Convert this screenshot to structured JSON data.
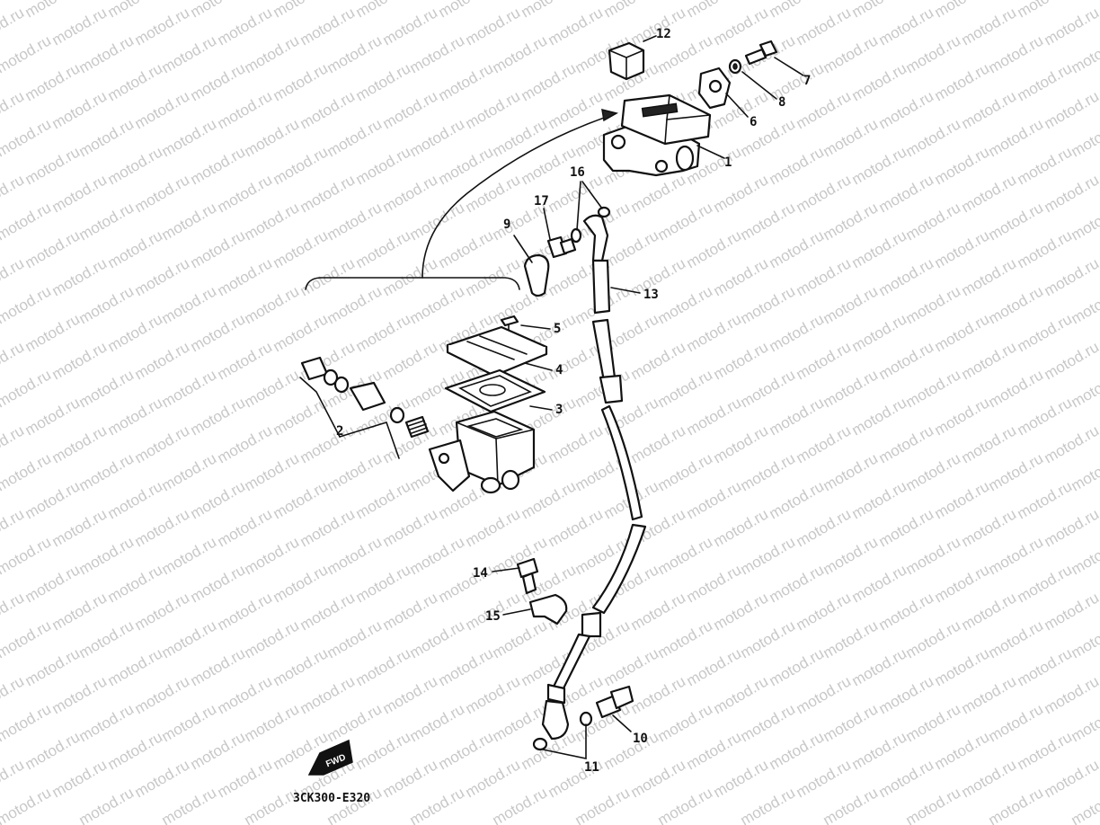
{
  "watermark": {
    "text": "motod.ru"
  },
  "diagram": {
    "code": "3CK300-E320",
    "fwd_label": "FWD",
    "callouts": [
      {
        "id": "1",
        "label": "1"
      },
      {
        "id": "2",
        "label": "2"
      },
      {
        "id": "3",
        "label": "3"
      },
      {
        "id": "4",
        "label": "4"
      },
      {
        "id": "5",
        "label": "5"
      },
      {
        "id": "6",
        "label": "6"
      },
      {
        "id": "7",
        "label": "7"
      },
      {
        "id": "8",
        "label": "8"
      },
      {
        "id": "9",
        "label": "9"
      },
      {
        "id": "10",
        "label": "10"
      },
      {
        "id": "11",
        "label": "11"
      },
      {
        "id": "12",
        "label": "12"
      },
      {
        "id": "13",
        "label": "13"
      },
      {
        "id": "14",
        "label": "14"
      },
      {
        "id": "15",
        "label": "15"
      },
      {
        "id": "16",
        "label": "16"
      },
      {
        "id": "17",
        "label": "17"
      }
    ]
  }
}
